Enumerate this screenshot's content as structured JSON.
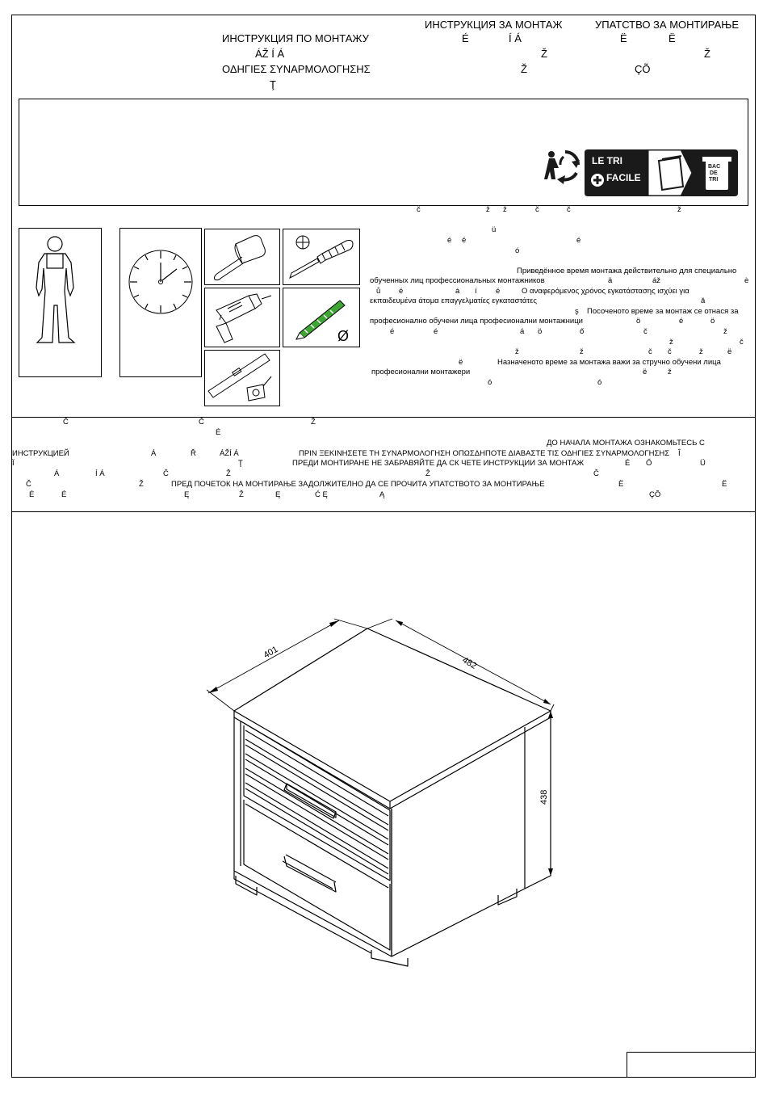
{
  "header": {
    "title_ru": "ИНСТРУКЦИЯ ПО МОНТАЖУ",
    "title_bg": "ИНСТРУКЦИЯ ЗА МОНТАЖ",
    "title_sr": "УПАТСТВО ЗА МОНТИРАЊЕ",
    "title_el": "ΟΔΗΓΙΕΣ ΣΥΝΑΡΜΟΛΟΓΗΣΗΣ",
    "garbled": [
      "ÁŽ  Í  Á",
      "É",
      "Í Á",
      "Ë",
      "Ë",
      "Ž",
      "Ž",
      "Ž",
      "ÇÕ",
      "Ţ"
    ]
  },
  "logo": {
    "line1": "LE TRI",
    "line2": "FACILE",
    "bin_text": [
      "BAC",
      "DE",
      "TRI"
    ]
  },
  "time_notice": {
    "garbled": [
      "č",
      "ž",
      "ž",
      "č",
      "č",
      "ž",
      "ü",
      "é",
      "é",
      "é",
      "ó",
      "ä",
      "áž",
      "è",
      "ů",
      "é",
      "á",
      "í",
      "é",
      "ă",
      "ş",
      "ö",
      "é",
      "ö",
      "é",
      "é",
      "á",
      "ö",
      "ő",
      "č",
      "ž",
      "ž",
      "č",
      "ž",
      "ž",
      "č",
      "č",
      "ž",
      "ë",
      "ë",
      "ë",
      "ž",
      "ó",
      "ó"
    ],
    "ru_1": "Приведённое время монтажа действительно для специально",
    "ru_2": "обученных лиц  профессиональных монтажников",
    "el_1": "Ο αναφερόμενος χρόνος εγκατάστασης ισχύει για",
    "el_2": "εκπαιδευμένα άτομα  επαγγελματίες εγκαταστάτες",
    "bg_1": "Посоченото време за монтаж се отнася за",
    "bg_2": "професионално обучени лица  професионални монтажници",
    "sr_1": "Назначеното време за монтажа важи за стручно обучени лица",
    "sr_2": "професионални монтажери",
    "diameter_symbol": "Ø"
  },
  "warning": {
    "ru_a": "ДО НАЧАЛА МОНТАЖА ОЗНАКОМЬТЕСЬ С",
    "ru_b": "ИНСТРУКЦИЕЙ",
    "el": "ΠΡΙΝ ΞΕΚΙΝΗΣΕΤΕ ΤΗ ΣΥΝΑΡΜΟΛΟΓΗΣΗ  ΟΠΩΣΔΗΠΟΤΕ ΔΙΑΒΑΣΤΕ ΤΙΣ ΟΔΗΓΙΕΣ  ΣΥΝΑΡΜΟΛΟΓΗΣΗΣ",
    "bg": "ПРЕДИ МОНТИРАНЕ НЕ ЗАБРАВЯЙТЕ ДА СК ЧЕТЕ ИНСТРУКЦИИ ЗА МОНТАЖ",
    "sr": "ПРЕД ПОЧЕТОК НА МОНТИРАЊЕ ЗАДОЛЖИТЕЛНО ДА СЕ ПРОЧИТА УПАТСТВОТО ЗА МОНТИРАЊЕ",
    "garbled": [
      "Č",
      "Č",
      "Ž",
      "É",
      "Á",
      "Ř",
      "ÁŽÍ  Á",
      "Î",
      "Ï",
      "Á",
      "Í Á",
      "Č",
      "Ž",
      "Ţ",
      "É",
      "Ő",
      "Ü",
      "Č",
      "Ž",
      "Ž",
      "Č",
      "Ë",
      "Ë",
      "É",
      "É",
      "Ę",
      "Ž",
      "Ę",
      "Ć  Ę",
      "Ą",
      "ÇÕ"
    ]
  },
  "dimensions": {
    "depth": "401",
    "width": "482",
    "height": "438"
  },
  "colors": {
    "line": "#000000",
    "drill_bit_green": "#3fa535",
    "logo_dark": "#1a1a1a"
  }
}
